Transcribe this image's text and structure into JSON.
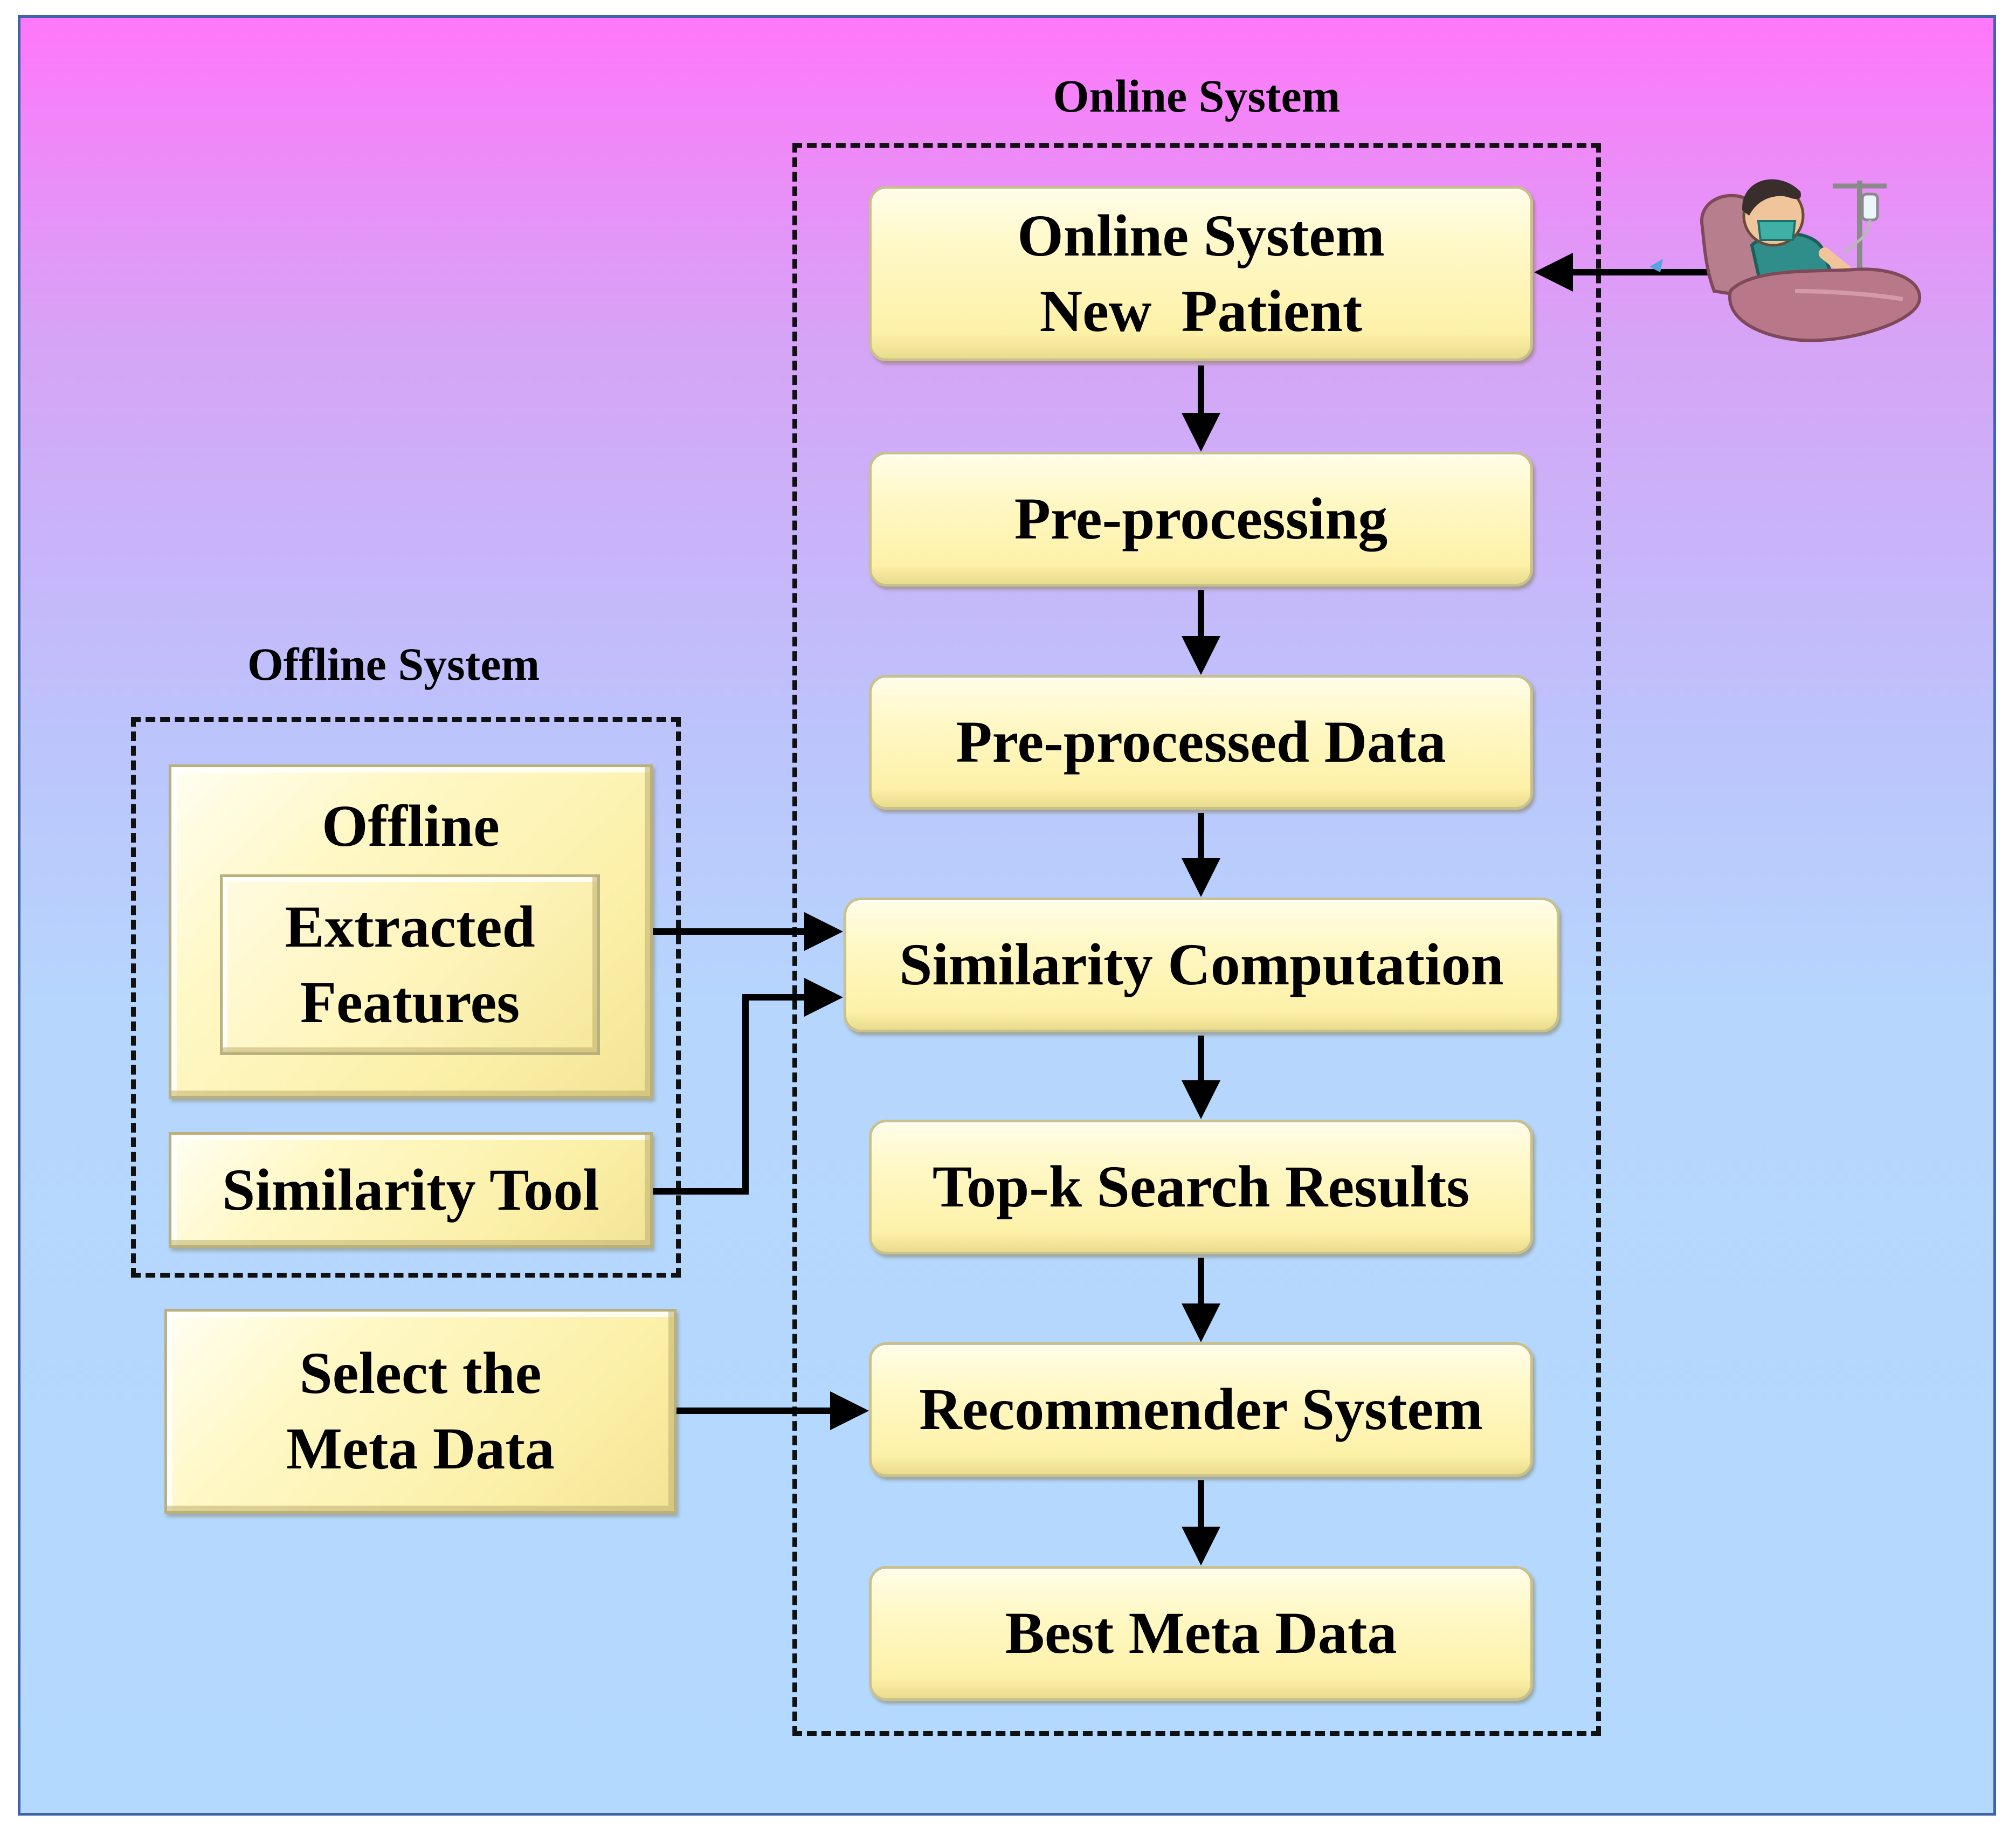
{
  "online_system": {
    "title": "Online System",
    "steps": [
      {
        "line1": "Online System",
        "line2": "New  Patient"
      },
      {
        "line1": "Pre-processing"
      },
      {
        "line1": "Pre-processed Data"
      },
      {
        "line1": "Similarity Computation"
      },
      {
        "line1": "Top-k Search Results"
      },
      {
        "line1": "Recommender System"
      },
      {
        "line1": "Best Meta Data"
      }
    ]
  },
  "offline_system": {
    "title": "Offline System",
    "offline_label": "Offline",
    "extracted_line1": "Extracted",
    "extracted_line2": "Features",
    "similarity_tool": "Similarity Tool"
  },
  "meta_data_box": {
    "line1": "Select the",
    "line2": "Meta Data"
  },
  "patient_icon": "patient-in-bed-icon",
  "colors": {
    "gradient_top": "#ff77fa",
    "gradient_bottom": "#b4d9ff",
    "box_fill": "#fff8c6",
    "frame_border": "#3f63a8"
  }
}
